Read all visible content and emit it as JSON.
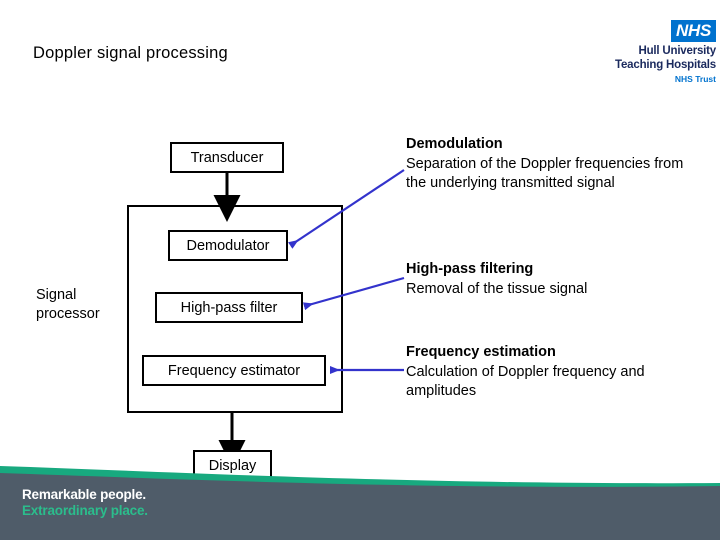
{
  "slide": {
    "title": "Doppler signal processing",
    "background": "#ffffff"
  },
  "logo": {
    "nhs_mark": "NHS",
    "trust_line1": "Hull University",
    "trust_line2": "Teaching Hospitals",
    "subline": "NHS Trust",
    "nhs_blue": "#0072ce",
    "navy": "#1b2a5e"
  },
  "diagram": {
    "boxes": {
      "transducer": "Transducer",
      "signal_processor_label": "Signal processor",
      "demodulator": "Demodulator",
      "highpass": "High-pass filter",
      "frequency_estimator": "Frequency estimator",
      "display": "Display"
    },
    "line_color": "#000000",
    "arrow_color": "#3333cc"
  },
  "notes": [
    {
      "heading": "Demodulation",
      "body": "Separation of the Doppler frequencies from the underlying transmitted signal"
    },
    {
      "heading": "High-pass filtering",
      "body": "Removal of the tissue signal"
    },
    {
      "heading": "Frequency estimation",
      "body": "Calculation of Doppler frequency and amplitudes"
    }
  ],
  "footer": {
    "slogan_line1": "Remarkable people.",
    "slogan_line2": "Extraordinary place.",
    "band_color": "#4f5c69",
    "wave_color": "#18a97f"
  }
}
